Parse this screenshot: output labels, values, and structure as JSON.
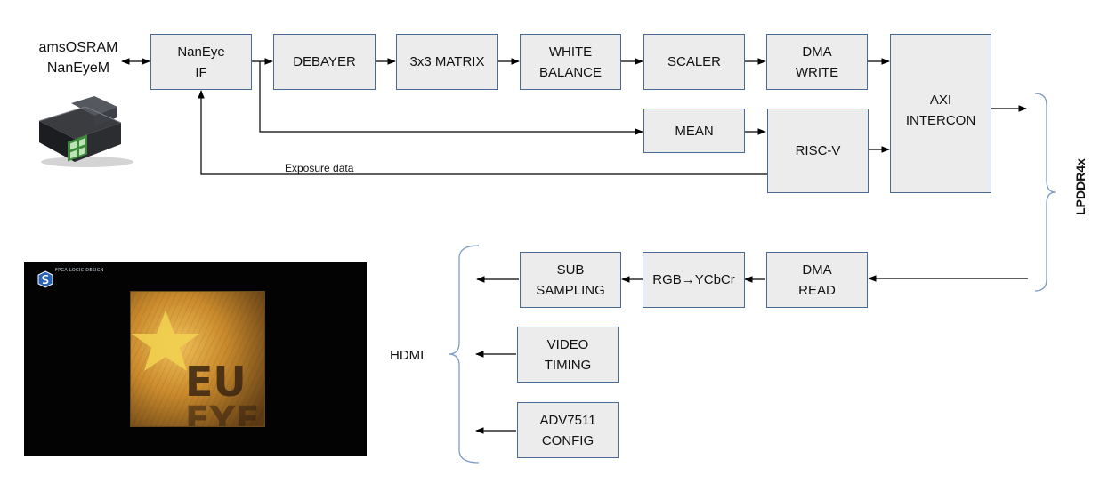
{
  "sensor": {
    "label": "amsOSRAM\nNanEyeM"
  },
  "pipeline": {
    "nanEye_if": "NanEye\nIF",
    "debayer": "DEBAYER",
    "matrix": "3x3 MATRIX",
    "white_balance": "WHITE\nBALANCE",
    "scaler": "SCALER",
    "dma_write": "DMA\nWRITE",
    "axi_intercon": "AXI\nINTERCON",
    "mean": "MEAN",
    "risc_v": "RISC-V"
  },
  "feedback": {
    "exposure_label": "Exposure data"
  },
  "memory": {
    "label": "LPDDR4x"
  },
  "output_pipeline": {
    "dma_read": "DMA\nREAD",
    "rgb_ycbcr": "RGB→YCbCr",
    "sub_sampling": "SUB\nSAMPLING",
    "video_timing": "VIDEO\nTIMING",
    "adv7511_config": "ADV7511\nCONFIG"
  },
  "hdmi": {
    "label": "HDMI"
  },
  "photo": {
    "brand_text": "FPGA-LOGIC-DESIGN"
  },
  "colors": {
    "box_fill": "#ececec",
    "box_border": "#4a6a94",
    "arrow": "#000000",
    "brace": "#7c9bc4"
  }
}
